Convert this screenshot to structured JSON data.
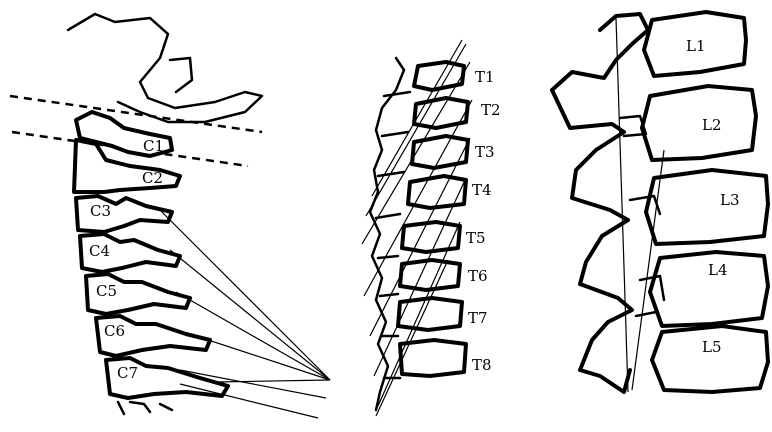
{
  "cervical": {
    "labels": [
      "C1",
      "C2",
      "C3",
      "C4",
      "C5",
      "C6",
      "C7"
    ]
  },
  "thoracic": {
    "labels": [
      "T1",
      "T2",
      "T3",
      "T4",
      "T5",
      "T6",
      "T7",
      "T8"
    ]
  },
  "lumbar": {
    "labels": [
      "L1",
      "L2",
      "L3",
      "L4",
      "L5"
    ]
  }
}
